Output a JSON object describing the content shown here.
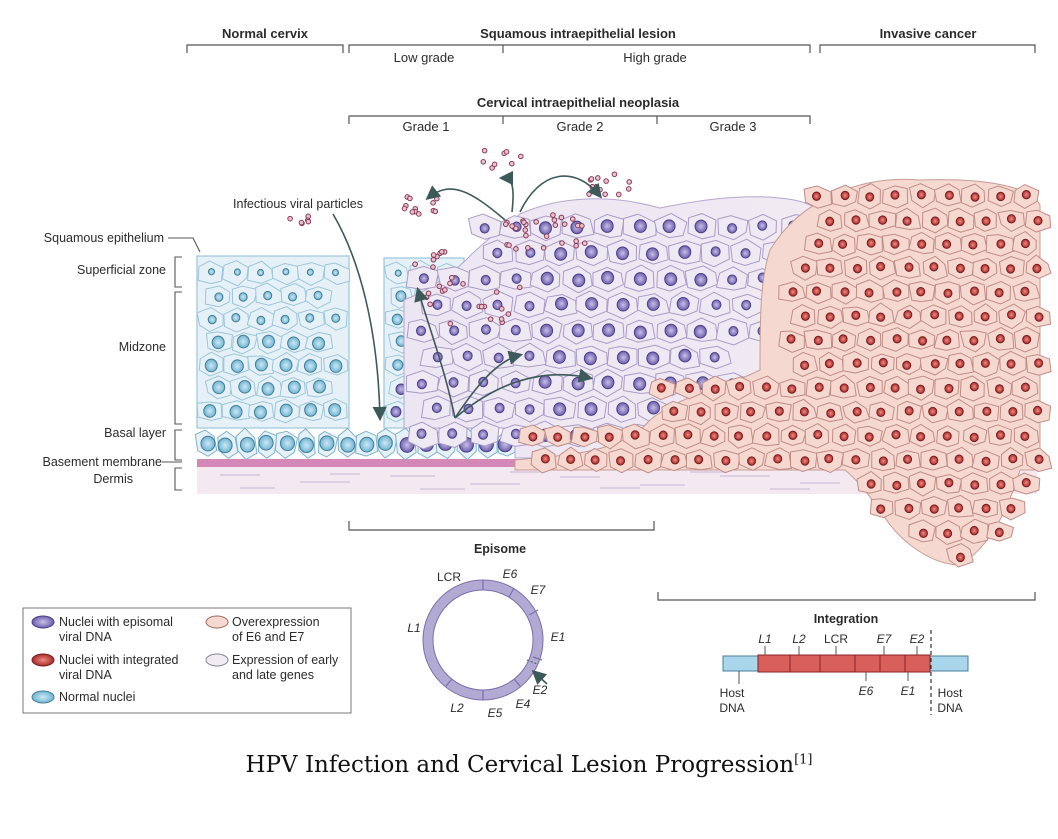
{
  "stages": {
    "normal": "Normal cervix",
    "sil": "Squamous intraepithelial lesion",
    "low_grade": "Low grade",
    "high_grade": "High grade",
    "invasive": "Invasive cancer"
  },
  "cin": {
    "title": "Cervical intraepithelial neoplasia",
    "grade1": "Grade 1",
    "grade2": "Grade 2",
    "grade3": "Grade 3"
  },
  "tissue_labels": {
    "squamous_epithelium": "Squamous epithelium",
    "superficial_zone": "Superficial zone",
    "midzone": "Midzone",
    "basal_layer": "Basal layer",
    "basement_membrane": "Basement membrane",
    "dermis": "Dermis",
    "viral_particles": "Infectious viral particles"
  },
  "episome": {
    "title": "Episome",
    "genes": {
      "lcr": "LCR",
      "e6": "E6",
      "e7": "E7",
      "e1": "E1",
      "e2": "E2",
      "e4": "E4",
      "e5": "E5",
      "l2": "L2",
      "l1": "L1"
    }
  },
  "integration": {
    "title": "Integration",
    "top_genes": {
      "l1": "L1",
      "l2": "L2",
      "lcr": "LCR",
      "e7": "E7",
      "e2": "E2"
    },
    "bottom_genes": {
      "e6": "E6",
      "e1": "E1"
    },
    "host_left_1": "Host",
    "host_left_2": "DNA",
    "host_right_1": "Host",
    "host_right_2": "DNA"
  },
  "legend": {
    "episomal_1": "Nuclei with episomal",
    "episomal_2": "viral DNA",
    "integrated_1": "Nuclei with integrated",
    "integrated_2": "viral DNA",
    "normal": "Normal nuclei",
    "overexp_1": "Overexpression",
    "overexp_2": "of E6 and E7",
    "expression_1": "Expression of early",
    "expression_2": "and late genes"
  },
  "caption": {
    "text": "HPV Infection and Cervical Lesion Progression",
    "ref": "[1]"
  },
  "colors": {
    "normal_cell": "#e6f1f7",
    "normal_nucleus": "#8fc9e0",
    "episomal_nucleus": "#8f82c4",
    "integrated_nucleus": "#c8423f",
    "cancer_cell": "#f5d9d1",
    "membrane": "#d488b8",
    "dermis": "#f4e8f1"
  }
}
